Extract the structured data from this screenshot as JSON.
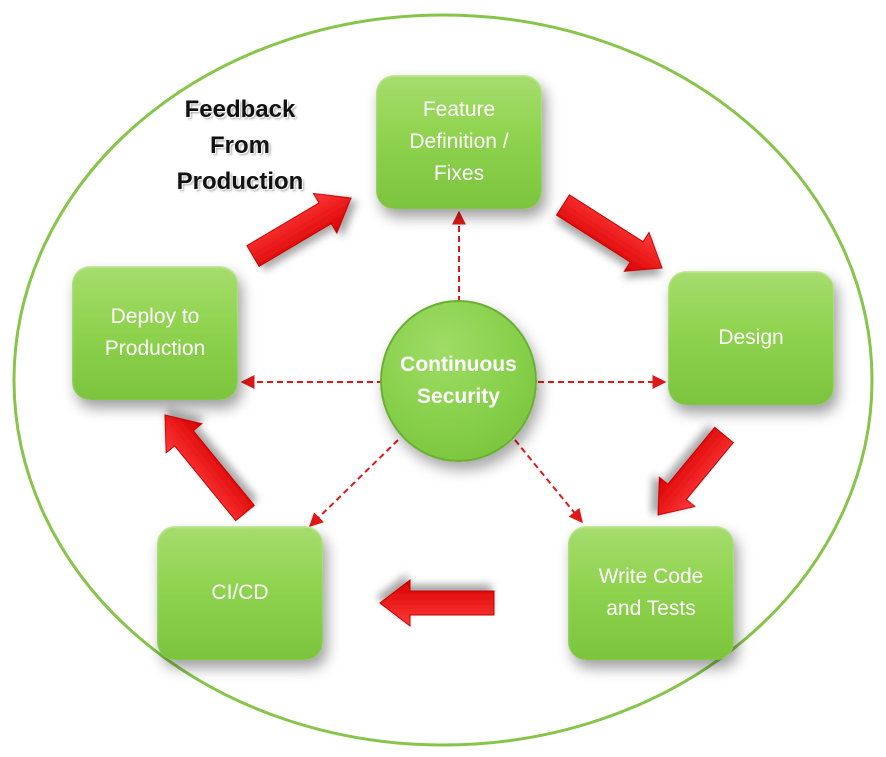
{
  "center": {
    "label": "Continuous\nSecurity"
  },
  "nodes": {
    "feature": "Feature\nDefinition /\nFixes",
    "design": "Design",
    "write_code": "Write Code\nand Tests",
    "cicd": "CI/CD",
    "deploy": "Deploy to\nProduction"
  },
  "feedback_label": "Feedback\nFrom\nProduction",
  "colors": {
    "node_fill": "#8fd34f",
    "outer_ring": "#86c54a",
    "flow_arrow": "#ee1111",
    "dashed_connector": "#e01818",
    "node_text": "#ffffff"
  }
}
